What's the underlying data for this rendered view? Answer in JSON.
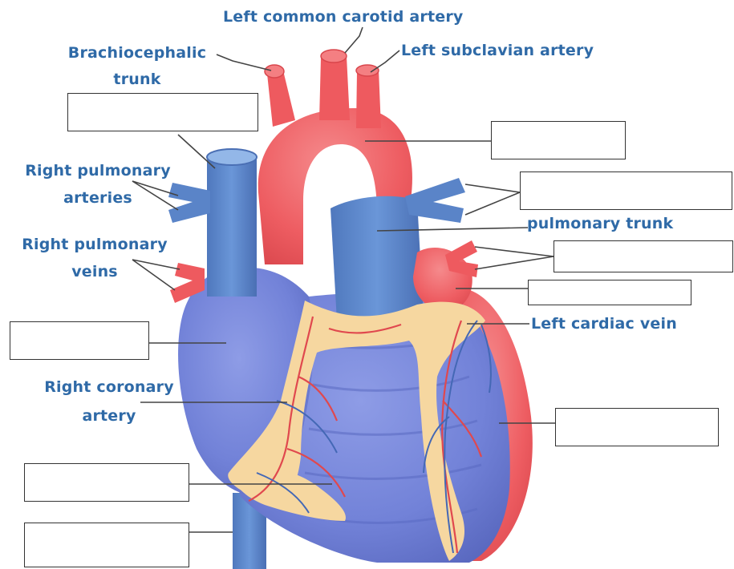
{
  "labels": {
    "left_common_carotid": "Left common carotid artery",
    "brachiocephalic_line1": "Brachiocephalic",
    "brachiocephalic_line2": "trunk",
    "left_subclavian": "Left subclavian artery",
    "right_pulmonary_arteries_line1": "Right pulmonary",
    "right_pulmonary_arteries_line2": "arteries",
    "pulmonary_trunk": "pulmonary trunk",
    "right_pulmonary_veins_line1": "Right pulmonary",
    "right_pulmonary_veins_line2": "veins",
    "left_cardiac_vein": "Left cardiac vein",
    "right_coronary_line1": "Right coronary",
    "right_coronary_line2": "artery"
  },
  "answer_boxes": [
    "",
    "",
    "",
    "",
    "",
    "",
    "",
    "",
    ""
  ],
  "colors": {
    "label_text": "#2f6aa7",
    "artery_red": "#ee5a5f",
    "vein_blue": "#6f7fd6",
    "vessel_blue": "#5b86c9",
    "fat_yellow": "#f6d7a0",
    "leader_line": "#444444"
  }
}
